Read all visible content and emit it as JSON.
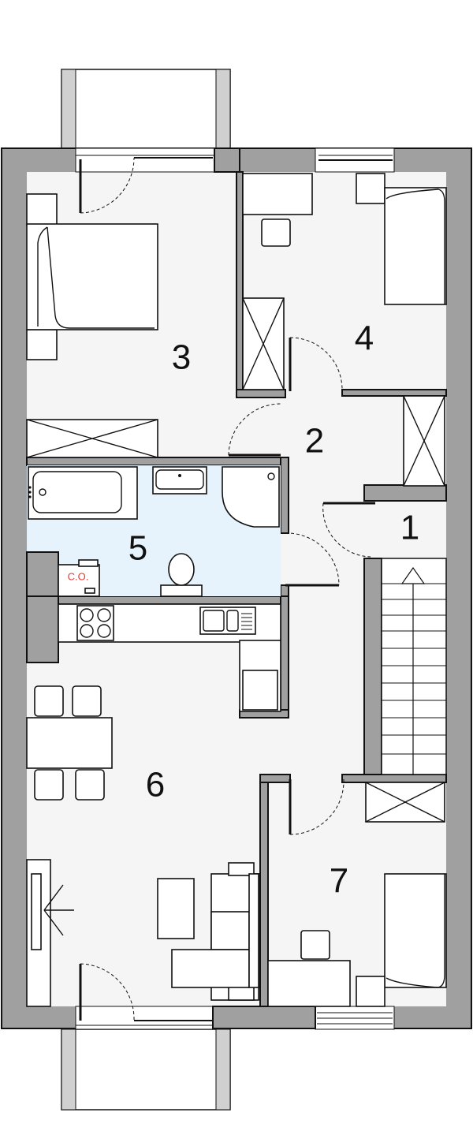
{
  "rooms": [
    {
      "id": "1",
      "label": "1"
    },
    {
      "id": "2",
      "label": "2"
    },
    {
      "id": "3",
      "label": "3"
    },
    {
      "id": "4",
      "label": "4"
    },
    {
      "id": "5",
      "label": "5"
    },
    {
      "id": "6",
      "label": "6"
    },
    {
      "id": "7",
      "label": "7"
    }
  ],
  "boiler_label": "C.O.",
  "colors": {
    "wall": "#a0a0a0",
    "floor": "#f5f5f5",
    "bathroom_floor": "#e6f3fc",
    "boiler_text": "#e53935"
  }
}
